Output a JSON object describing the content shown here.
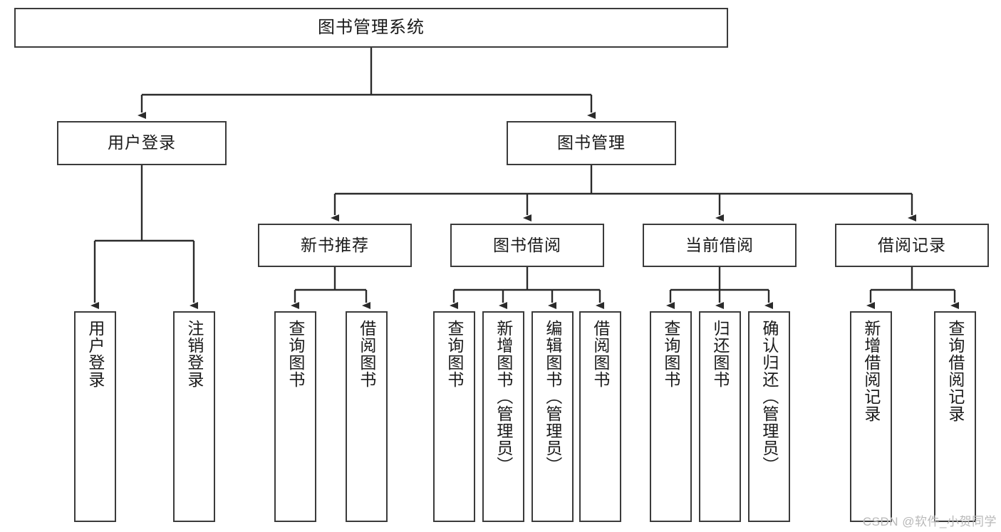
{
  "diagram": {
    "title": "图书管理系统",
    "type": "tree-hierarchy",
    "root": {
      "label": "图书管理系统"
    },
    "level2": [
      {
        "label": "用户登录"
      },
      {
        "label": "图书管理"
      }
    ],
    "level3": [
      {
        "label": "新书推荐"
      },
      {
        "label": "图书借阅"
      },
      {
        "label": "当前借阅"
      },
      {
        "label": "借阅记录"
      }
    ],
    "leaves": {
      "user_login": [
        {
          "label": "用户登录"
        },
        {
          "label": "注销登录"
        }
      ],
      "new_book_recommend": [
        {
          "label": "查询图书"
        },
        {
          "label": "借阅图书"
        }
      ],
      "book_borrow": [
        {
          "label": "查询图书"
        },
        {
          "label": "新增图书（管理员）"
        },
        {
          "label": "编辑图书（管理员）"
        },
        {
          "label": "借阅图书"
        }
      ],
      "current_borrow": [
        {
          "label": "查询图书"
        },
        {
          "label": "归还图书"
        },
        {
          "label": "确认归还（管理员）"
        }
      ],
      "borrow_record": [
        {
          "label": "新增借阅记录"
        },
        {
          "label": "查询借阅记录"
        }
      ]
    },
    "colors": {
      "border": "#3b3b3b",
      "fill": "#ffffff",
      "text": "#1a1a1a",
      "edge": "#2b2b2b",
      "watermark": "#b9b9b9"
    }
  },
  "watermark": {
    "text": "CSDN @软件_小贺同学"
  }
}
